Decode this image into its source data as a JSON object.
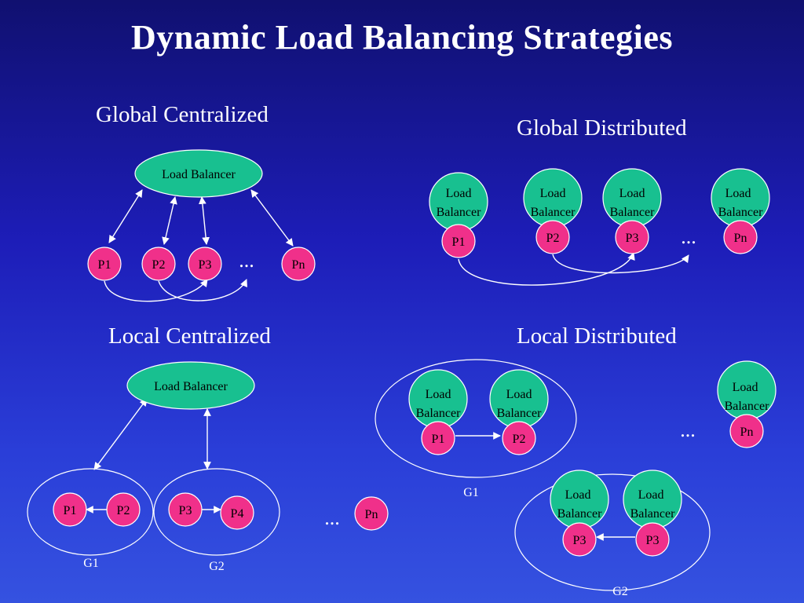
{
  "title": "Dynamic Load Balancing Strategies",
  "sections": {
    "global_centralized": "Global Centralized",
    "global_distributed": "Global Distributed",
    "local_centralized": "Local Centralized",
    "local_distributed": "Local Distributed"
  },
  "labels": {
    "load_balancer": "Load Balancer",
    "load": "Load",
    "balancer": "Balancer",
    "ellipsis": "...",
    "P1": "P1",
    "P2": "P2",
    "P3": "P3",
    "P4": "P4",
    "Pn": "Pn",
    "G1": "G1",
    "G2": "G2"
  },
  "colors": {
    "background_top": "#101070",
    "background_bottom": "#3552e0",
    "load_balancer_fill": "#18c090",
    "processor_fill": "#f0308a",
    "line": "#ffffff"
  }
}
